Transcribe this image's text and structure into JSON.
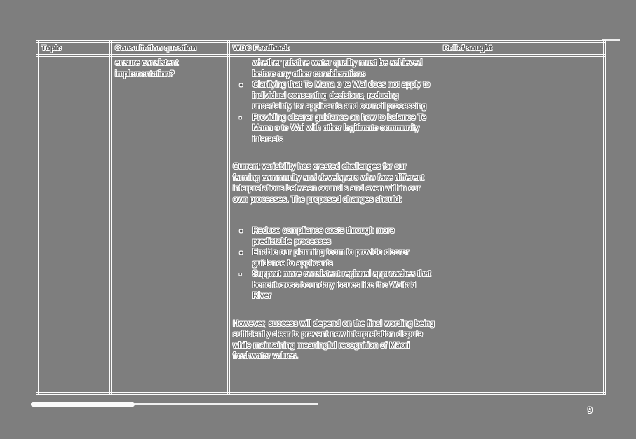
{
  "page": {
    "number": "9",
    "colors": {
      "background": "#7e7e7e",
      "outline": "#fdfdfd",
      "glyph_fill": "#545454"
    }
  },
  "table": {
    "headers": [
      {
        "label": "Topic"
      },
      {
        "label": "Consultation question"
      },
      {
        "label": "WDC Feedback"
      },
      {
        "label": "Relief sought"
      }
    ],
    "row": {
      "topic": "",
      "consultation_question": "ensure consistent implementation?",
      "wdc_feedback": {
        "continuation_line": "whether pristine water quality must be achieved before any other considerations",
        "bullet_group_1": [
          {
            "marker": "●",
            "text": "Clarifying that Te Mana o te Wai does not apply to individual consenting decisions, reducing uncertainty for applicants and council processing"
          },
          {
            "marker": "▪",
            "text": "Providing clearer guidance on how to balance Te Mana o te Wai with other legitimate community interests"
          }
        ],
        "paragraph_1": "Current variability has created challenges for our farming community and developers who face different interpretations between councils and even within our own processes. The proposed changes should:",
        "bullet_group_2": [
          {
            "marker": "●",
            "text": "Reduce compliance costs through more predictable processes"
          },
          {
            "marker": "●",
            "text": "Enable our planning team to provide clearer guidance to applicants"
          },
          {
            "marker": "▪",
            "text": "Support more consistent regional approaches that benefit cross-boundary issues like the Waitaki River"
          }
        ],
        "paragraph_2": "However, success will depend on the final wording being sufficiently clear to prevent new interpretation dispute while maintaining meaningful recognition of Māori freshwater values."
      },
      "relief_sought": ""
    }
  }
}
